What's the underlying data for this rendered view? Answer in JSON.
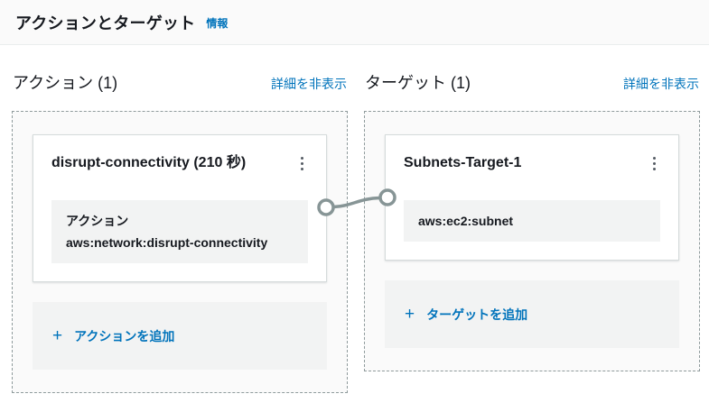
{
  "header": {
    "title": "アクションとターゲット",
    "info_link": "情報"
  },
  "actions": {
    "heading": "アクション (1)",
    "toggle_link": "詳細を非表示",
    "card": {
      "title": "disrupt-connectivity (210 秒)",
      "detail_label": "アクション",
      "detail_value": "aws:network:disrupt-connectivity"
    },
    "add_label": "アクションを追加"
  },
  "targets": {
    "heading": "ターゲット (1)",
    "toggle_link": "詳細を非表示",
    "card": {
      "title": "Subnets-Target-1",
      "detail_value": "aws:ec2:subnet"
    },
    "add_label": "ターゲットを追加"
  },
  "icons": {
    "plus": "+",
    "kebab": "vertical-dots"
  },
  "colors": {
    "link_blue": "#0073bb",
    "text_dark": "#16191f",
    "dashed_border": "#8f9b9c",
    "card_border": "#d5dbdb",
    "panel_bg": "#fafafa",
    "box_bg": "#f2f3f3",
    "divider": "#eaeded",
    "connector_gray": "#879596"
  }
}
